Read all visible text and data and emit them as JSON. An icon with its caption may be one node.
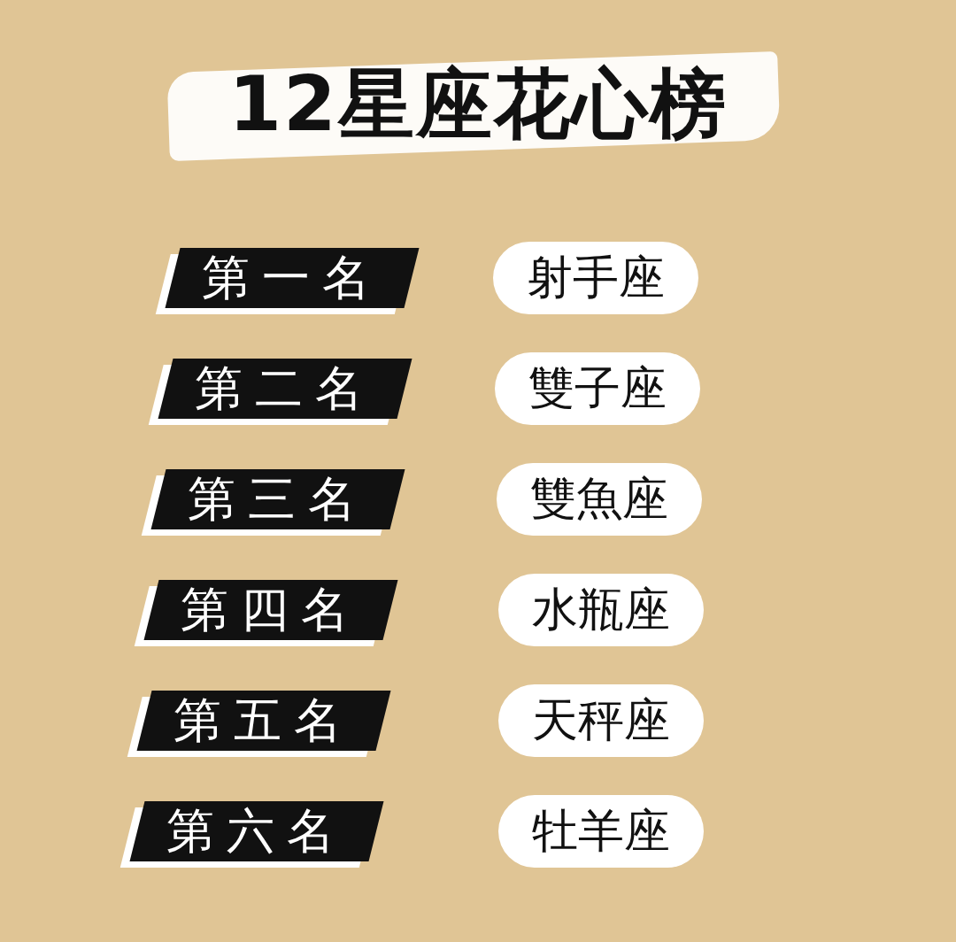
{
  "diagram": {
    "title": "12星座花心榜",
    "nodes": [
      {
        "text": [
          "第一名"
        ]
      },
      {
        "text": [
          "射手座"
        ]
      },
      {
        "text": [
          "第二名"
        ]
      },
      {
        "text": [
          "雙子座"
        ]
      },
      {
        "text": [
          "第三名"
        ]
      },
      {
        "text": [
          "雙魚座"
        ]
      },
      {
        "text": [
          "第四名"
        ]
      },
      {
        "text": [
          "水瓶座"
        ]
      },
      {
        "text": [
          "第五名"
        ]
      },
      {
        "text": [
          "天秤座"
        ]
      },
      {
        "text": [
          "第六名"
        ]
      },
      {
        "text": [
          "牡羊座"
        ]
      }
    ]
  }
}
